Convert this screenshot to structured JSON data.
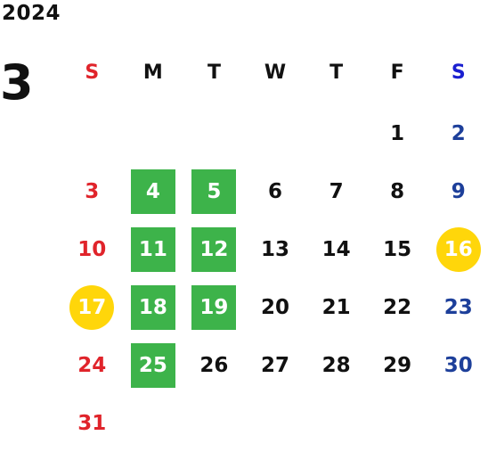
{
  "calendar": {
    "year": "2024",
    "month": "3",
    "colors": {
      "sunday": "#e0242b",
      "saturday": "#1d3f9a",
      "weekday": "#111111",
      "sunday_header": "#e0242b",
      "saturday_header": "#1a1fd0",
      "highlight_green": "#3db34a",
      "highlight_holiday": "#ffd60a"
    },
    "weekday_headers": [
      "S",
      "M",
      "T",
      "W",
      "T",
      "F",
      "S"
    ],
    "weeks": [
      [
        {
          "day": ""
        },
        {
          "day": ""
        },
        {
          "day": ""
        },
        {
          "day": ""
        },
        {
          "day": ""
        },
        {
          "day": "1",
          "style": "plain"
        },
        {
          "day": "2",
          "style": "plain"
        }
      ],
      [
        {
          "day": "3",
          "style": "plain"
        },
        {
          "day": "4",
          "style": "green"
        },
        {
          "day": "5",
          "style": "green"
        },
        {
          "day": "6",
          "style": "plain"
        },
        {
          "day": "7",
          "style": "plain"
        },
        {
          "day": "8",
          "style": "plain"
        },
        {
          "day": "9",
          "style": "plain"
        }
      ],
      [
        {
          "day": "10",
          "style": "plain"
        },
        {
          "day": "11",
          "style": "green"
        },
        {
          "day": "12",
          "style": "green"
        },
        {
          "day": "13",
          "style": "plain"
        },
        {
          "day": "14",
          "style": "plain"
        },
        {
          "day": "15",
          "style": "plain"
        },
        {
          "day": "16",
          "style": "holiday"
        }
      ],
      [
        {
          "day": "17",
          "style": "holiday"
        },
        {
          "day": "18",
          "style": "green"
        },
        {
          "day": "19",
          "style": "green"
        },
        {
          "day": "20",
          "style": "plain"
        },
        {
          "day": "21",
          "style": "plain"
        },
        {
          "day": "22",
          "style": "plain"
        },
        {
          "day": "23",
          "style": "plain"
        }
      ],
      [
        {
          "day": "24",
          "style": "plain"
        },
        {
          "day": "25",
          "style": "green"
        },
        {
          "day": "26",
          "style": "plain"
        },
        {
          "day": "27",
          "style": "plain"
        },
        {
          "day": "28",
          "style": "plain"
        },
        {
          "day": "29",
          "style": "plain"
        },
        {
          "day": "30",
          "style": "plain"
        }
      ],
      [
        {
          "day": "31",
          "style": "plain"
        },
        {
          "day": ""
        },
        {
          "day": ""
        },
        {
          "day": ""
        },
        {
          "day": ""
        },
        {
          "day": ""
        },
        {
          "day": ""
        }
      ]
    ]
  }
}
